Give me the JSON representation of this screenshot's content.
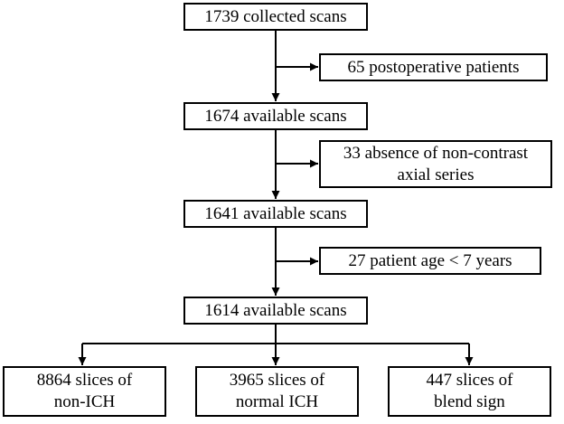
{
  "flowchart": {
    "main_boxes": [
      {
        "lines": [
          "1739 collected scans"
        ]
      },
      {
        "lines": [
          "1674 available scans"
        ]
      },
      {
        "lines": [
          "1641 available scans"
        ]
      },
      {
        "lines": [
          "1614 available scans"
        ]
      }
    ],
    "exclusions": [
      {
        "lines": [
          "65 postoperative patients"
        ]
      },
      {
        "lines": [
          "33 absence of non-contrast",
          "axial series"
        ]
      },
      {
        "lines": [
          "27 patient age < 7 years"
        ]
      }
    ],
    "outcomes": [
      {
        "lines": [
          "8864 slices of",
          "non-ICH"
        ]
      },
      {
        "lines": [
          "3965 slices of",
          "normal ICH"
        ]
      },
      {
        "lines": [
          "447 slices of",
          "blend sign"
        ]
      }
    ]
  },
  "colors": {
    "line": "#000000",
    "box_border": "#000000",
    "background": "#ffffff"
  }
}
